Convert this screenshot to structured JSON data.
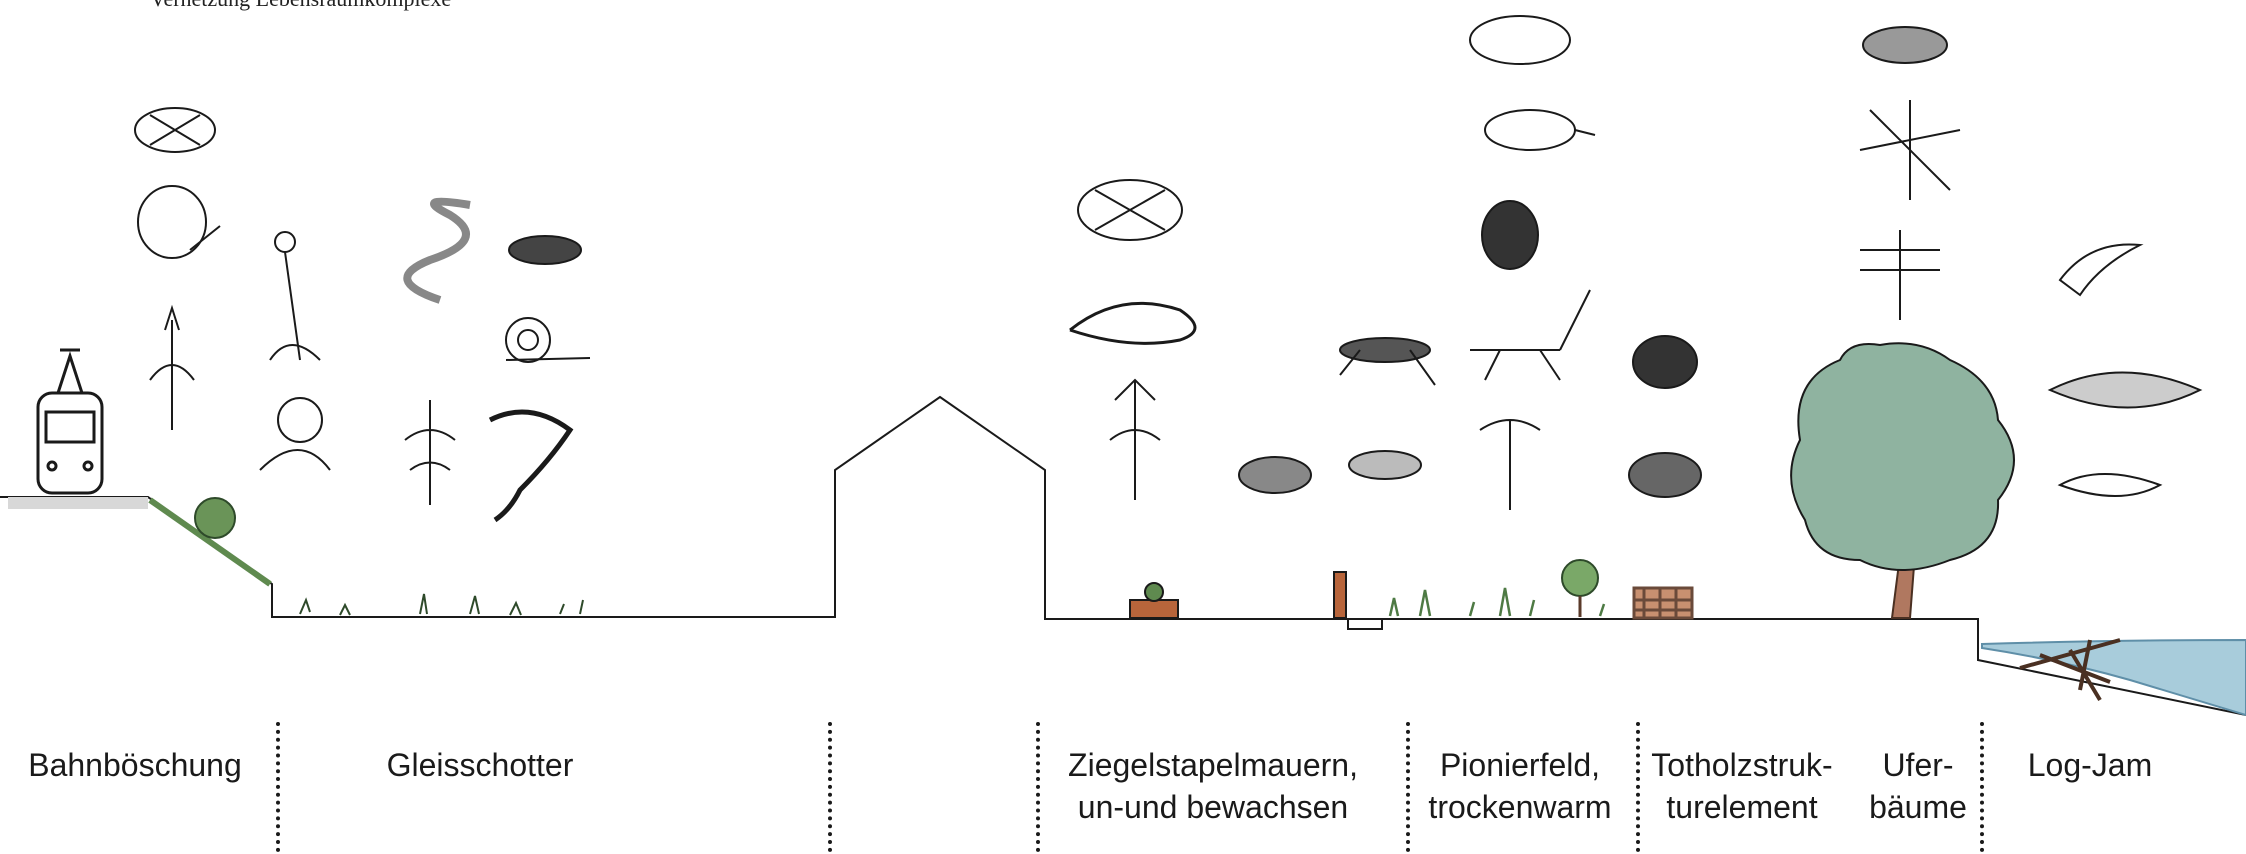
{
  "caption": "Vernetzung Lebensraumkomplexe",
  "zones": [
    {
      "id": "bahnboeschung",
      "lines": [
        "Bahnböschung"
      ]
    },
    {
      "id": "gleisschotter",
      "lines": [
        "Gleisschotter"
      ]
    },
    {
      "id": "ziegel",
      "lines": [
        "Ziegelstapelmauern,",
        "un-und bewachsen"
      ]
    },
    {
      "id": "pionierfeld",
      "lines": [
        "Pionierfeld,",
        "trockenwarm"
      ]
    },
    {
      "id": "totholz",
      "lines": [
        "Totholzstruk-",
        "turelement"
      ]
    },
    {
      "id": "uferbaeume",
      "lines": [
        "Ufer-",
        "bäume"
      ]
    },
    {
      "id": "logjam",
      "lines": [
        "Log-Jam"
      ]
    }
  ],
  "colors": {
    "line": "#1a1a1a",
    "tree": "#8fb3a0",
    "water": "#a8ccdb",
    "trunk": "#b07860",
    "grass": "#5f8a4f",
    "brick": "#b8653b"
  }
}
